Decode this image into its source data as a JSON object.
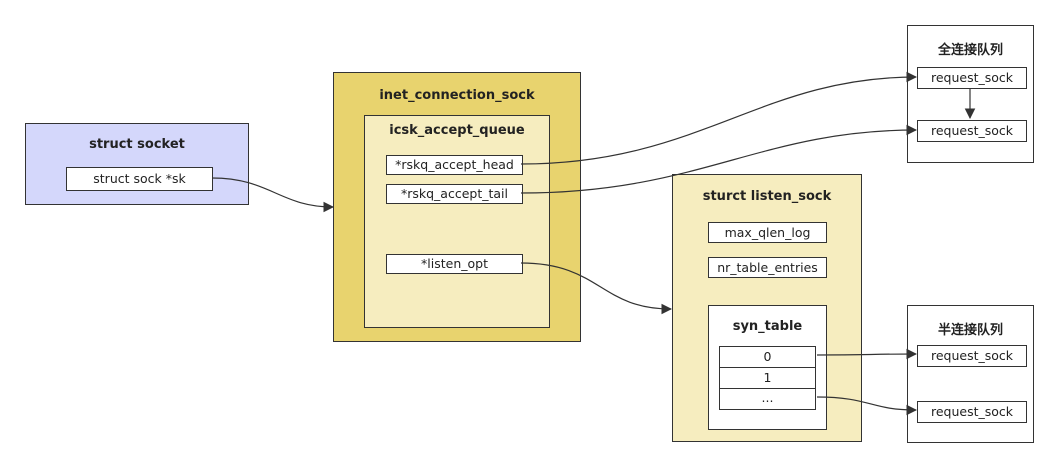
{
  "socket": {
    "title": "struct socket",
    "sk": "struct sock *sk"
  },
  "inet": {
    "title": "inet_connection_sock",
    "queue": {
      "title": "icsk_accept_queue",
      "head": "*rskq_accept_head",
      "tail": "*rskq_accept_tail",
      "listen_opt": "*listen_opt"
    }
  },
  "listen_sock": {
    "title": "sturct listen_sock",
    "max_qlen_log": "max_qlen_log",
    "nr_table_entries": "nr_table_entries",
    "syn_table": {
      "title": "syn_table",
      "rows": [
        "0",
        "1",
        "..."
      ]
    }
  },
  "full_queue": {
    "title": "全连接队列",
    "items": [
      "request_sock",
      "request_sock"
    ]
  },
  "half_queue": {
    "title": "半连接队列",
    "items": [
      "request_sock",
      "request_sock"
    ]
  },
  "colors": {
    "socket_fill": "#d4d7fb",
    "inet_fill": "#e8d36e",
    "queue_fill": "#f6edbf",
    "listen_fill": "#f6edbf"
  }
}
